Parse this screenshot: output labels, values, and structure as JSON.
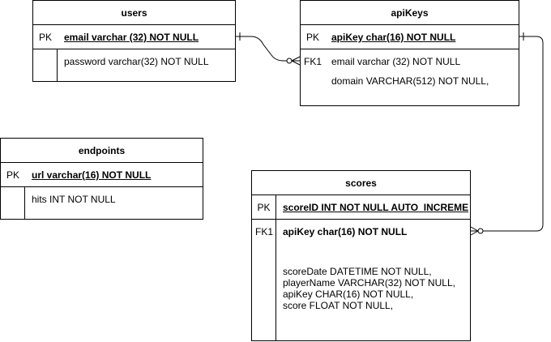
{
  "entities": {
    "users": {
      "title": "users",
      "pk_label": "PK",
      "pk_field": "email varchar (32) NOT NULL",
      "fields": [
        "password varchar(32) NOT NULL"
      ]
    },
    "apiKeys": {
      "title": "apiKeys",
      "pk_label": "PK",
      "pk_field": "apiKey char(16) NOT NULL",
      "fk_label": "FK1",
      "fields": [
        "email varchar (32) NOT NULL",
        "domain VARCHAR(512) NOT NULL,"
      ]
    },
    "endpoints": {
      "title": "endpoints",
      "pk_label": "PK",
      "pk_field": "url varchar(16) NOT NULL",
      "fields": [
        "hits INT NOT NULL"
      ]
    },
    "scores": {
      "title": "scores",
      "pk_label": "PK",
      "pk_field": "scoreID INT NOT NULL AUTO_INCREMENT",
      "fk_label": "FK1",
      "fk_field": "apiKey char(16) NOT NULL",
      "fields": [
        "scoreDate DATETIME NOT NULL,",
        "playerName VARCHAR(32) NOT NULL,",
        "apiKey CHAR(16) NOT NULL,",
        "score FLOAT NOT NULL,"
      ]
    }
  }
}
